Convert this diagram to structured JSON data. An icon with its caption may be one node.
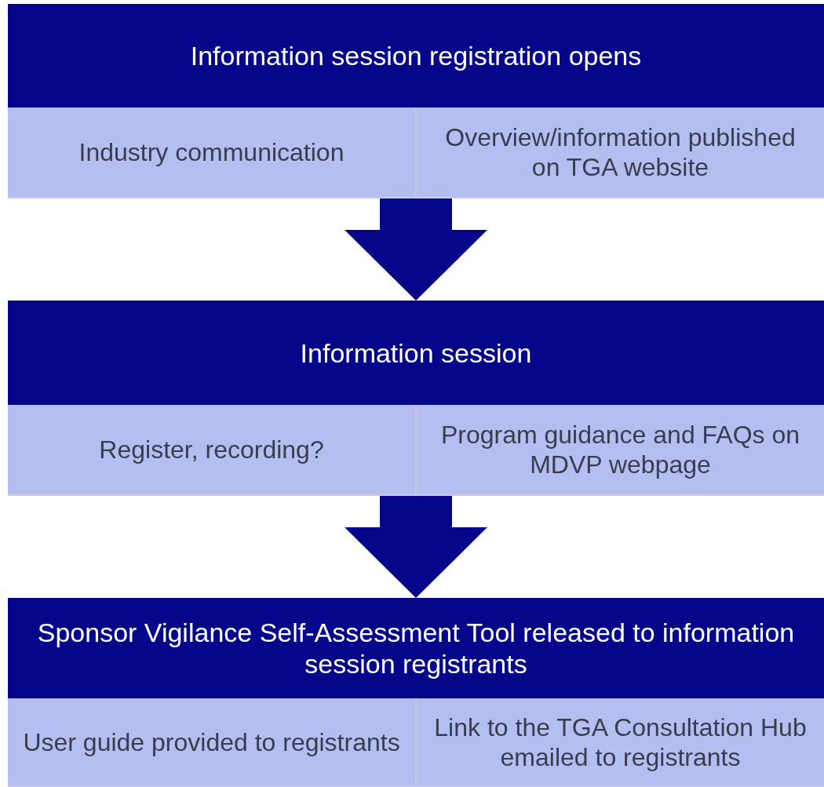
{
  "diagram": {
    "nodes": [
      {
        "text": [
          "Information session registration opens"
        ]
      },
      {
        "text": [
          "Industry communication"
        ],
        "in": 0
      },
      {
        "text": [
          "Overview/information published on TGA website"
        ],
        "in": 0
      },
      {
        "text": [
          "Information session"
        ]
      },
      {
        "text": [
          "Register, recording?"
        ],
        "in": 3
      },
      {
        "text": [
          "Program guidance and FAQs on MDVP webpage"
        ],
        "in": 3
      },
      {
        "text": [
          "Sponsor Vigilance Self-Assessment Tool released to information session registrants"
        ]
      },
      {
        "text": [
          "User guide provided to registrants"
        ],
        "in": 6
      },
      {
        "text": [
          "Link to the TGA Consultation Hub emailed to registrants"
        ],
        "in": 6
      }
    ],
    "edges": [
      {
        "from": 0,
        "to": 3,
        "arrow": "to"
      },
      {
        "from": 3,
        "to": 6,
        "arrow": "to"
      }
    ]
  }
}
